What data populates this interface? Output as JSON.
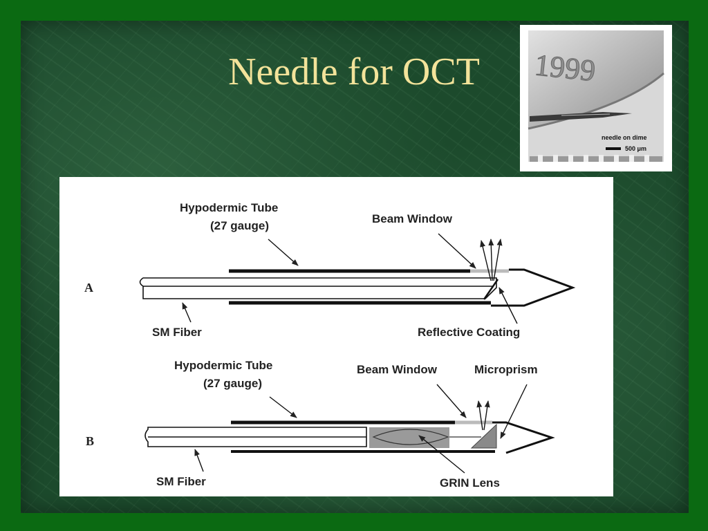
{
  "slide": {
    "title": "Needle for OCT"
  },
  "photo": {
    "coin_year": "1999",
    "caption": "needle on dime",
    "scale_value": "500 μm"
  },
  "diagram": {
    "panel_a": {
      "label": "A",
      "tube_label_line1": "Hypodermic Tube",
      "tube_label_line2": "(27 gauge)",
      "window_label": "Beam Window",
      "fiber_label": "SM Fiber",
      "coating_label": "Reflective Coating"
    },
    "panel_b": {
      "label": "B",
      "tube_label_line1": "Hypodermic Tube",
      "tube_label_line2": "(27 gauge)",
      "window_label": "Beam Window",
      "prism_label": "Microprism",
      "fiber_label": "SM Fiber",
      "lens_label": "GRIN Lens"
    }
  },
  "colors": {
    "frame_green": "#0b6a12",
    "marble_green": "#1c4a2c",
    "title_gold": "#f3e39a"
  }
}
